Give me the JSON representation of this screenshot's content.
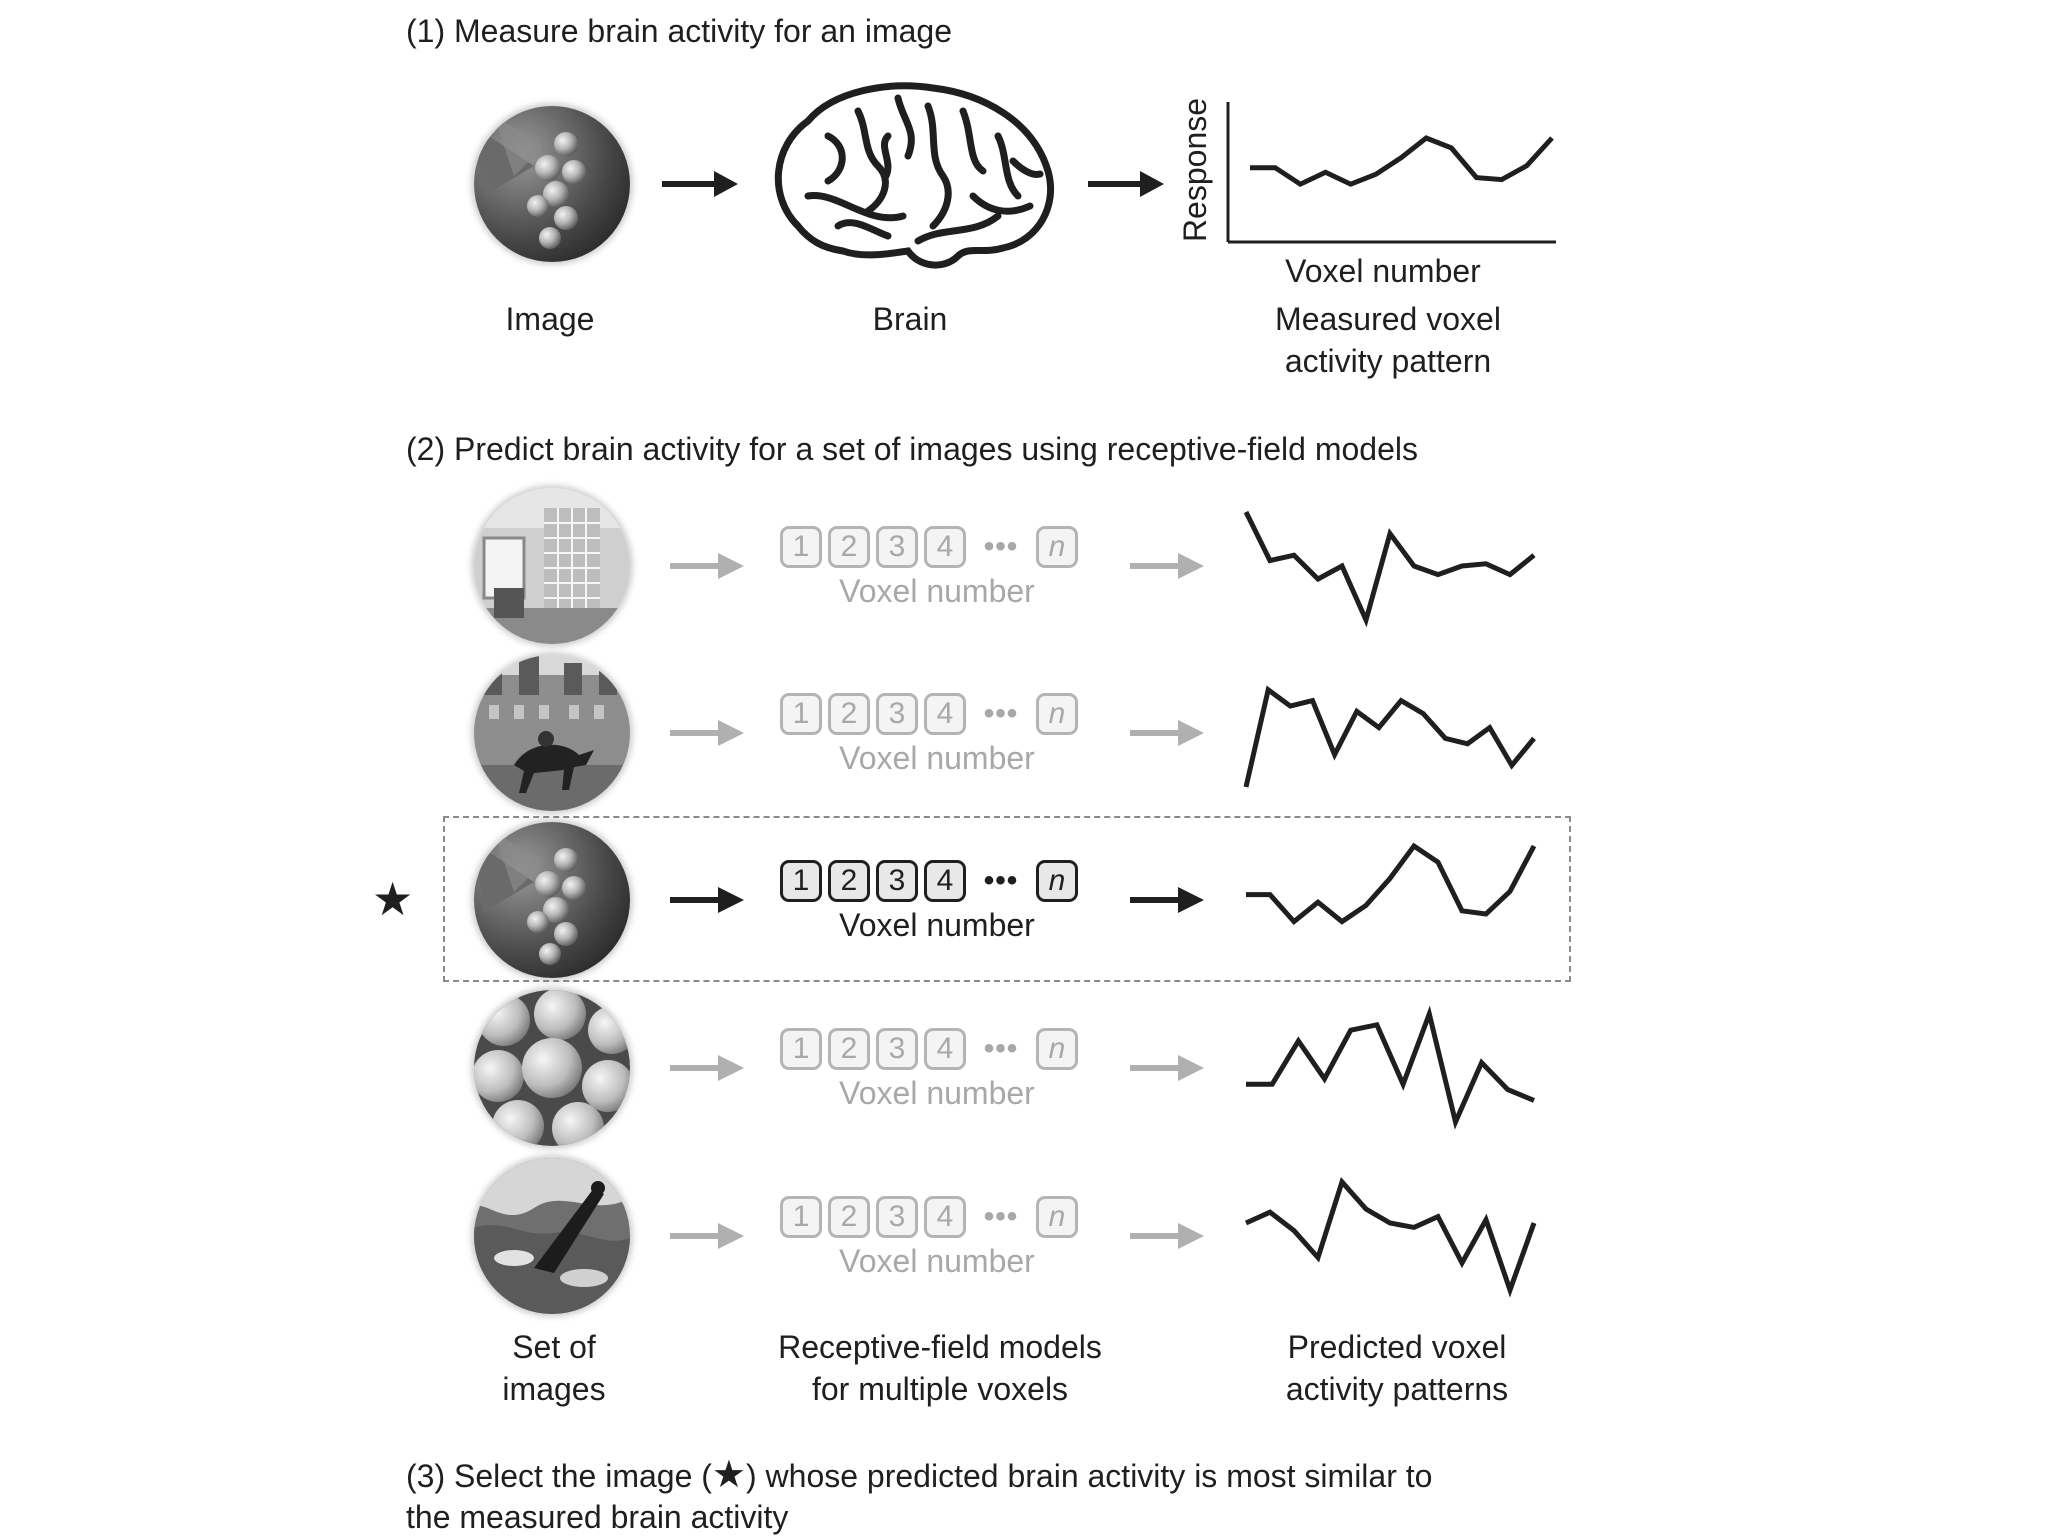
{
  "steps": {
    "step1": "(1) Measure brain activity for an image",
    "step2": "(2) Predict brain activity for a set of images using receptive-field models",
    "step3_line1_pre": "(3) Select the image (",
    "step3_line1_post": ") whose predicted brain activity is most similar to",
    "step3_line2": "the measured brain activity"
  },
  "top": {
    "image_label": "Image",
    "brain_label": "Brain",
    "y_axis_label": "Response",
    "x_axis_label": "Voxel number",
    "pattern_label_line1": "Measured voxel",
    "pattern_label_line2": "activity pattern",
    "measured_series": [
      0.55,
      0.55,
      0.3,
      0.48,
      0.3,
      0.45,
      0.7,
      1.0,
      0.85,
      0.4,
      0.37,
      0.58,
      1.0
    ]
  },
  "voxels": {
    "box_labels": [
      "1",
      "2",
      "3",
      "4"
    ],
    "ellipsis": "•••",
    "last_label": "n",
    "caption": "Voxel number"
  },
  "rows": [
    {
      "name": "room",
      "highlight": false,
      "series": [
        1.0,
        0.55,
        0.6,
        0.38,
        0.5,
        0.0,
        0.8,
        0.5,
        0.42,
        0.5,
        0.52,
        0.42,
        0.6
      ]
    },
    {
      "name": "castle-horse",
      "highlight": false,
      "series": [
        0.0,
        0.9,
        0.75,
        0.8,
        0.3,
        0.7,
        0.55,
        0.8,
        0.68,
        0.45,
        0.4,
        0.55,
        0.2,
        0.45
      ]
    },
    {
      "name": "grapes",
      "highlight": true,
      "series": [
        0.55,
        0.55,
        0.3,
        0.48,
        0.3,
        0.45,
        0.7,
        1.0,
        0.85,
        0.4,
        0.37,
        0.58,
        1.0
      ]
    },
    {
      "name": "citrus",
      "highlight": false,
      "series": [
        0.35,
        0.35,
        0.75,
        0.4,
        0.85,
        0.9,
        0.35,
        1.0,
        0.0,
        0.55,
        0.3,
        0.2
      ]
    },
    {
      "name": "bird-water",
      "highlight": false,
      "series": [
        0.62,
        0.72,
        0.55,
        0.3,
        1.0,
        0.75,
        0.62,
        0.58,
        0.68,
        0.25,
        0.65,
        0.0,
        0.62
      ]
    }
  ],
  "bottom": {
    "images_line1": "Set of",
    "images_line2": "images",
    "models_line1": "Receptive-field models",
    "models_line2": "for multiple voxels",
    "patterns_line1": "Predicted voxel",
    "patterns_line2": "activity patterns"
  },
  "star": "★",
  "colors": {
    "dark": "#1f1f1f",
    "dim": "#b0b0b0",
    "dashed": "#8a8a8a"
  }
}
